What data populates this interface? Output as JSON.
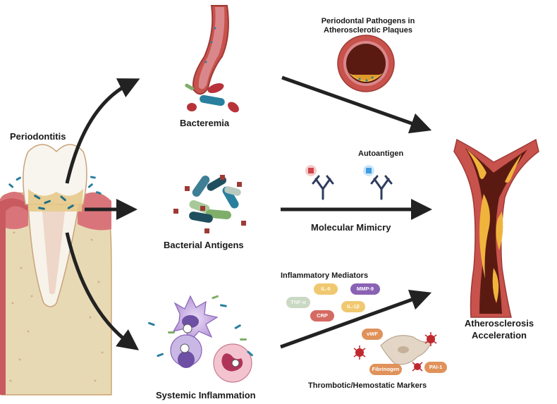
{
  "labels": {
    "periodontitis": "Periodontitis",
    "bacteremia": "Bacteremia",
    "bacterial_antigens": "Bacterial Antigens",
    "systemic_inflammation": "Systemic Inflammation",
    "pathogens_line1": "Periodontal Pathogens in",
    "pathogens_line2": "Atherosclerotic Plaques",
    "autoantigen": "Autoantigen",
    "molecular_mimicry": "Molecular Mimicry",
    "inflammatory_mediators": "Inflammatory Mediators",
    "thrombotic_markers": "Thrombotic/Hemostatic Markers",
    "outcome_line1": "Atherosclerosis",
    "outcome_line2": "Acceleration"
  },
  "mediators": {
    "tnf": "TNF-α",
    "il6": "IL-6",
    "mmp9": "MMP-9",
    "crp": "CRP",
    "il1b": "IL-1β"
  },
  "thrombotic": {
    "vwf": "vWF",
    "fibrinogen": "Fibrinogen",
    "pai1": "PAI-1"
  },
  "colors": {
    "arrow": "#222222",
    "vessel_wall": "#c8524c",
    "plaque": "#f0b43c",
    "lumen": "#5a1a12",
    "gum": "#d9757a",
    "bone": "#e8d9b5",
    "bacteria_teal": "#2a7f9e",
    "bacteria_green": "#7fae6a"
  }
}
